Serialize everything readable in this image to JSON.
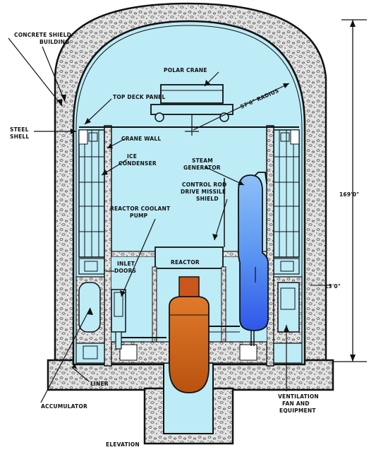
{
  "labels": {
    "concrete_shield_1": "CONCRETE SHIELD",
    "concrete_shield_2": "BUILDING",
    "polar_crane": "POLAR CRANE",
    "top_deck": "TOP DECK PANEL",
    "radius": "57'6\" RADIUS",
    "steel_1": "STEEL",
    "steel_2": "SHELL",
    "crane_wall": "CRANE WALL",
    "ice_1": "ICE",
    "ice_2": "CONDENSER",
    "steam_1": "STEAM",
    "steam_2": "GENERATOR",
    "crd_1": "CONTROL ROD",
    "crd_2": "DRIVE MISSILE",
    "crd_3": "SHIELD",
    "rcp_1": "REACTOR COOLANT",
    "rcp_2": "PUMP",
    "height_total": "169'0\"",
    "inlet_1": "INLET",
    "inlet_2": "DOORS",
    "reactor": "REACTOR",
    "height_lower": "13'0\"",
    "liner": "LINER",
    "accumulator": "ACCUMULATOR",
    "vent_1": "VENTILATION",
    "vent_2": "FAN AND",
    "vent_3": "EQUIPMENT",
    "elevation": "ELEVATION"
  },
  "colors": {
    "interior": "#bdebf6",
    "concrete": "#dcdcdc",
    "steam_generator": "#4f8ef2",
    "reactor_vessel": "#d8661c",
    "reactor_head": "#c9561a",
    "outline": "#111111"
  }
}
